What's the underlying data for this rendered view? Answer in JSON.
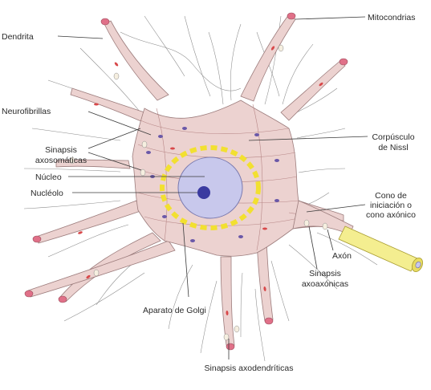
{
  "diagram": {
    "labels": {
      "dendrita": "Dendrita",
      "mitocondrias": "Mitocondrias",
      "neurofibrillas": "Neurofibrillas",
      "sinapsis_axosomaticas_1": "Sinapsis",
      "sinapsis_axosomaticas_2": "axosomáticas",
      "corpusculo_1": "Corpúsculo",
      "corpusculo_2": "de Nissl",
      "nucleo": "Núcleo",
      "nucleolo": "Nucléolo",
      "cono_1": "Cono de",
      "cono_2": "iniciación o",
      "cono_3": "cono axónico",
      "axon": "Axón",
      "aparato_golgi": "Aparato de Golgi",
      "sinapsis_axoaxonicas_1": "Sinapsis",
      "sinapsis_axoaxonicas_2": "axoaxónicas",
      "sinapsis_axodendriticas": "Sinapsis axodendríticas"
    },
    "colors": {
      "cytoplasm": "#ecd2d0",
      "nucleus": "#c8c8ec",
      "nucleolus": "#3a3aa0",
      "golgi": "#f2e030",
      "axon_sheath": "#f4ee90",
      "dendrite_tip": "#e07088",
      "nissl": "#6a58a8"
    }
  }
}
